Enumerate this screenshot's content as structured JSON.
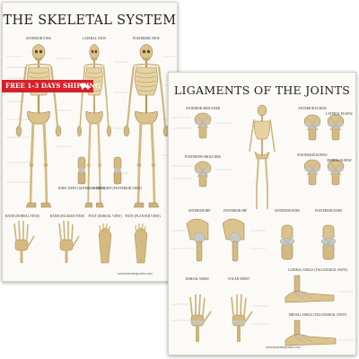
{
  "banner": {
    "text": "FREE 1-3 DAYS SHIPPING"
  },
  "poster_left": {
    "title": "THE SKELETAL SYSTEM",
    "views": [
      "ANTERIOR VIEW",
      "LATERAL VIEW",
      "POSTERIOR VIEW"
    ],
    "knee_views": [
      "KNEE JOINT (ANTERIOR VIEW)",
      "KNEE JOINT (POSTERIOR VIEW)"
    ],
    "bottom_views": [
      "HAND (DORSAL VIEW)",
      "HAND (PALMAR VIEW)",
      "FOOT (DORSAL VIEW)",
      "FOOT (PLANTAR VIEW)"
    ],
    "website": "www.laminatedposters.com"
  },
  "poster_right": {
    "title": "LIGAMENTS OF THE JOINTS",
    "views": [
      "ANTERIOR SHOULDER",
      "ANTERIOR ELBOW",
      "LATERAL ELBOW",
      "POSTERIOR SHOULDER",
      "POSTERIOR ELBOW",
      "MEDIAL ELBOW",
      "ANTERIOR HIP",
      "POSTERIOR HIP",
      "ANTERIOR KNEE",
      "POSTERIOR KNEE",
      "DORSAL WRIST",
      "VOLAR WRIST",
      "LATERAL ANKLE (TALOCRURAL JOINT)",
      "MEDIAL ANKLE (TALOCRURAL JOINT)"
    ],
    "website": "www.laminatedposters.com"
  },
  "colors": {
    "bone": "#d9c08a",
    "bone_dark": "#a8894f",
    "ligament": "#c7c9c4",
    "banner_red": "#d62027",
    "title": "#222222"
  },
  "icons": {
    "banner": "truck-icon"
  }
}
